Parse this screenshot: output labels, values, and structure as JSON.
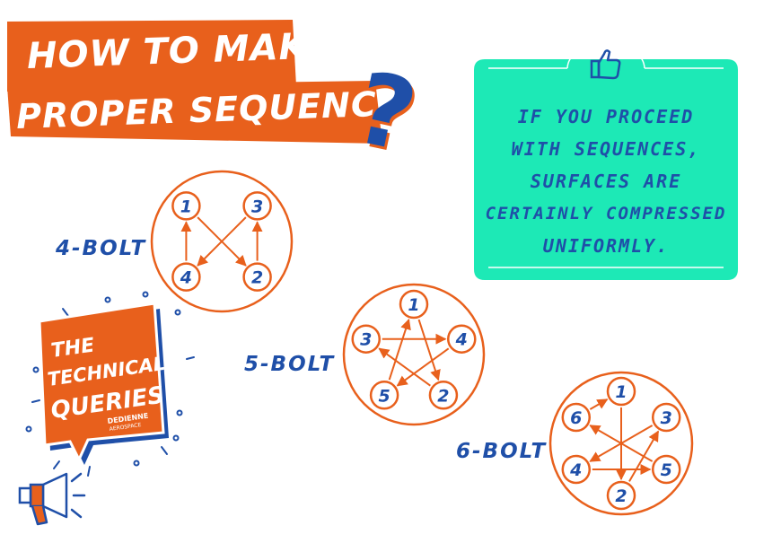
{
  "title": {
    "line1": "HOW TO MAKE",
    "line2": "PROPER SEQUENCES",
    "qmark": "?"
  },
  "card": {
    "lines": [
      "IF YOU PROCEED",
      "WITH SEQUENCES,",
      "SURFACES ARE",
      "CERTAINLY COMPRESSED",
      "UNIFORMLY."
    ]
  },
  "badge": {
    "line1": "THE",
    "line2": "TECHNICAL",
    "line3": "QUERIES",
    "brand1": "DEDIENNE",
    "brand2": "AEROSPACE"
  },
  "colors": {
    "orange": "#e8601c",
    "blue": "#1f4fa8",
    "teal": "#1de9b6",
    "white": "#ffffff"
  },
  "diagrams": [
    {
      "label": "4-BOLT",
      "nodes": [
        {
          "n": "1",
          "angle": 225
        },
        {
          "n": "3",
          "angle": 315
        },
        {
          "n": "2",
          "angle": 45
        },
        {
          "n": "4",
          "angle": 135
        }
      ],
      "sequence": [
        "1",
        "2",
        "3",
        "4",
        "1"
      ]
    },
    {
      "label": "5-BOLT",
      "nodes": [
        {
          "n": "1",
          "angle": 270
        },
        {
          "n": "4",
          "angle": 342
        },
        {
          "n": "2",
          "angle": 54
        },
        {
          "n": "5",
          "angle": 126
        },
        {
          "n": "3",
          "angle": 198
        }
      ],
      "sequence": [
        "1",
        "2",
        "3",
        "4",
        "5",
        "1"
      ]
    },
    {
      "label": "6-BOLT",
      "nodes": [
        {
          "n": "1",
          "angle": 270
        },
        {
          "n": "3",
          "angle": 330
        },
        {
          "n": "5",
          "angle": 30
        },
        {
          "n": "2",
          "angle": 90
        },
        {
          "n": "4",
          "angle": 150
        },
        {
          "n": "6",
          "angle": 210
        }
      ],
      "sequence": [
        "1",
        "2",
        "3",
        "4",
        "5",
        "6",
        "1"
      ]
    }
  ]
}
